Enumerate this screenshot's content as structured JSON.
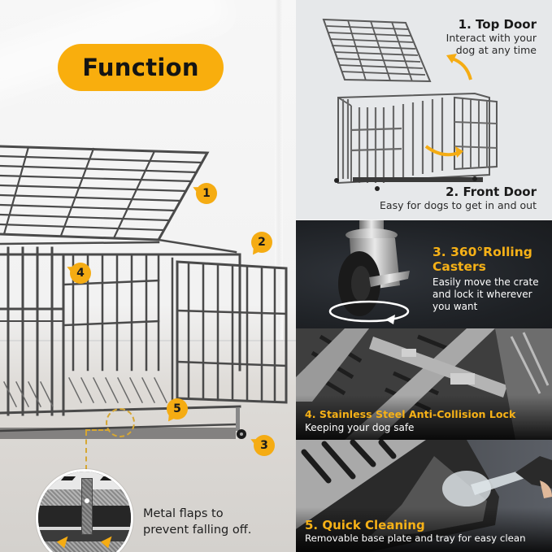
{
  "header": {
    "badge_label": "Function",
    "badge_color": "#f9ae0d"
  },
  "markers": [
    {
      "number": "1",
      "feature": "Top Door"
    },
    {
      "number": "2",
      "feature": "Front Door"
    },
    {
      "number": "3",
      "feature": "360° Rolling Casters"
    },
    {
      "number": "4",
      "feature": "Stainless Steel Anti-Collision Lock"
    },
    {
      "number": "5",
      "feature": "Quick Cleaning"
    }
  ],
  "callout": {
    "text_line1": "Metal flaps to",
    "text_line2": "prevent falling off."
  },
  "features": [
    {
      "title": "1. Top Door",
      "subtitle_line1": "Interact with your",
      "subtitle_line2": "dog at any time"
    },
    {
      "title": "2. Front Door",
      "subtitle": "Easy for dogs to get in and out"
    },
    {
      "title_line1": "3. 360°Rolling",
      "title_line2": "Casters",
      "subtitle_line1": "Easily move the crate",
      "subtitle_line2": "and lock it wherever",
      "subtitle_line3": "you want"
    },
    {
      "title": "4. Stainless Steel Anti-Collision Lock",
      "subtitle": "Keeping your dog safe"
    },
    {
      "title": "5. Quick Cleaning",
      "subtitle": "Removable base plate and tray for easy clean"
    }
  ],
  "colors": {
    "accent": "#f6b117",
    "text_dark": "#1a1a1a",
    "panel_light": "#e6e8ea",
    "panel_dark": "#1e2125"
  }
}
